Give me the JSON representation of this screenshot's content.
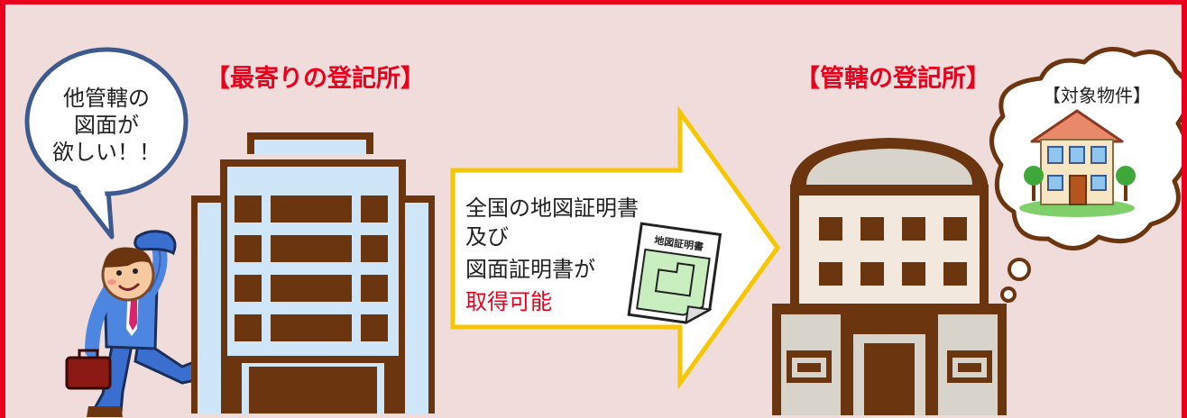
{
  "nearest_office": {
    "title": "【最寄りの登記所】"
  },
  "jurisdiction_office": {
    "title": "【管轄の登記所】"
  },
  "speech_bubble": {
    "lines": [
      "他管轄の",
      "図面が",
      "欲しい！！"
    ]
  },
  "arrow_text": {
    "lines": [
      "全国の地図証明書",
      "及び",
      "図面証明書が"
    ],
    "highlight": "取得可能"
  },
  "document": {
    "label": "地図証明書"
  },
  "thought_bubble": {
    "title": "【対象物件】"
  },
  "colors": {
    "border": "#e8001c",
    "background": "#f1dcdc",
    "title_text": "#e8001c",
    "highlight_text": "#e8001c",
    "building_brown": "#6b3510",
    "building_light": "#cfe6f8",
    "arrow_border": "#f6c600"
  }
}
